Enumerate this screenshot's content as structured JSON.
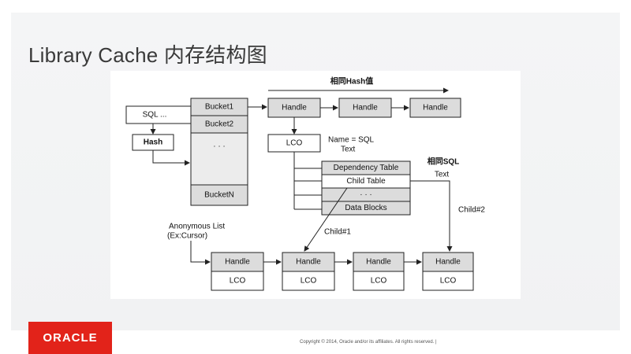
{
  "slide": {
    "title": "Library Cache 内存结构图",
    "copyright": "Copyright © 2014, Oracle and/or its affiliates. All rights reserved.  |",
    "logo_text": "ORACLE",
    "logo_color": "#e2231a"
  },
  "diagram": {
    "sql_box": "SQL ...",
    "hash_box": "Hash",
    "buckets": [
      "Bucket1",
      "Bucket2",
      "· · ·",
      "BucketN"
    ],
    "top_label": "相同Hash值",
    "handles_top": [
      "Handle",
      "Handle",
      "Handle"
    ],
    "lco_top": "LCO",
    "name_label": "Name = SQL\nText",
    "name_line1": "Name = SQL",
    "name_line2": "Text",
    "lco_items": [
      "Dependency Table",
      "Child Table",
      "· · ·",
      "Data Blocks"
    ],
    "same_sql_label": "相同SQL",
    "same_sql_text": "Text",
    "child1": "Child#1",
    "child2": "Child#2",
    "anon_line1": "Anonymous List",
    "anon_line2": "(Ex:Cursor)",
    "bottom_handles": [
      "Handle",
      "Handle",
      "Handle",
      "Handle"
    ],
    "bottom_lcos": [
      "LCO",
      "LCO",
      "LCO",
      "LCO"
    ]
  }
}
